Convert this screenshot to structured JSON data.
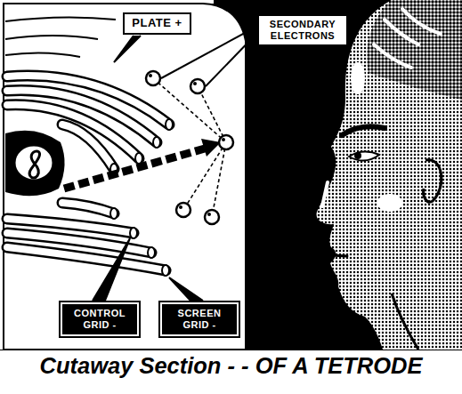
{
  "diagram": {
    "title": "Cutaway Section - - OF A TETRODE",
    "nodes": [
      {
        "text": [
          "PLATE +"
        ]
      },
      {
        "text": [
          "SECONDARY ELECTRONS"
        ]
      },
      {
        "text": [
          "CONTROL GRID -"
        ]
      },
      {
        "text": [
          "SCREEN GRID -"
        ]
      }
    ]
  }
}
